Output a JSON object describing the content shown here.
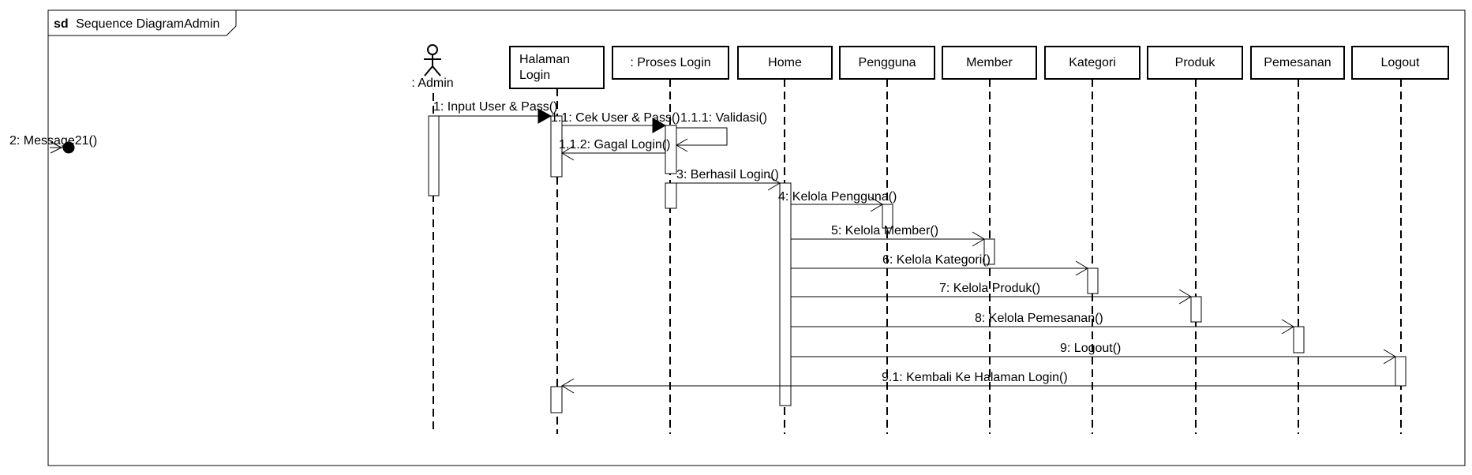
{
  "frame": {
    "keyword": "sd",
    "name": "Sequence DiagramAdmin"
  },
  "lifelines": [
    {
      "id": "admin",
      "label": ": Admin",
      "kind": "actor"
    },
    {
      "id": "halaman_login",
      "label": "Halaman\nLogin",
      "kind": "object"
    },
    {
      "id": "proses_login",
      "label": ": Proses Login",
      "kind": "object"
    },
    {
      "id": "home",
      "label": "Home",
      "kind": "object"
    },
    {
      "id": "pengguna",
      "label": "Pengguna",
      "kind": "object"
    },
    {
      "id": "member",
      "label": "Member",
      "kind": "object"
    },
    {
      "id": "kategori",
      "label": "Kategori",
      "kind": "object"
    },
    {
      "id": "produk",
      "label": "Produk",
      "kind": "object"
    },
    {
      "id": "pemesanan",
      "label": "Pemesanan",
      "kind": "object"
    },
    {
      "id": "logout",
      "label": "Logout",
      "kind": "object"
    }
  ],
  "messages": [
    {
      "label": "1: Input User & Pass()",
      "from": "admin",
      "to": "halaman_login",
      "style": "sync"
    },
    {
      "label": "1.1: Cek User & Pass()",
      "from": "halaman_login",
      "to": "proses_login",
      "style": "sync"
    },
    {
      "label": "1.1.1: Validasi()",
      "from": "proses_login",
      "to": "proses_login",
      "style": "self"
    },
    {
      "label": "1.1.2: Gagal Login()",
      "from": "proses_login",
      "to": "halaman_login",
      "style": "open"
    },
    {
      "label": "3: Berhasil Login()",
      "from": "proses_login",
      "to": "home",
      "style": "open"
    },
    {
      "label": "4: Kelola Pengguna()",
      "from": "home",
      "to": "pengguna",
      "style": "open"
    },
    {
      "label": "5: Kelola Member()",
      "from": "home",
      "to": "member",
      "style": "open"
    },
    {
      "label": "6: Kelola Kategori()",
      "from": "home",
      "to": "kategori",
      "style": "open"
    },
    {
      "label": "7: Kelola Produk()",
      "from": "home",
      "to": "produk",
      "style": "open"
    },
    {
      "label": "8: Kelola Pemesanan()",
      "from": "home",
      "to": "pemesanan",
      "style": "open"
    },
    {
      "label": "9: Logout()",
      "from": "home",
      "to": "logout",
      "style": "open"
    },
    {
      "label": "9.1: Kembali Ke Halaman Login()",
      "from": "logout",
      "to": "halaman_login",
      "style": "open"
    }
  ],
  "found_message": {
    "label": "2: Message21()"
  }
}
